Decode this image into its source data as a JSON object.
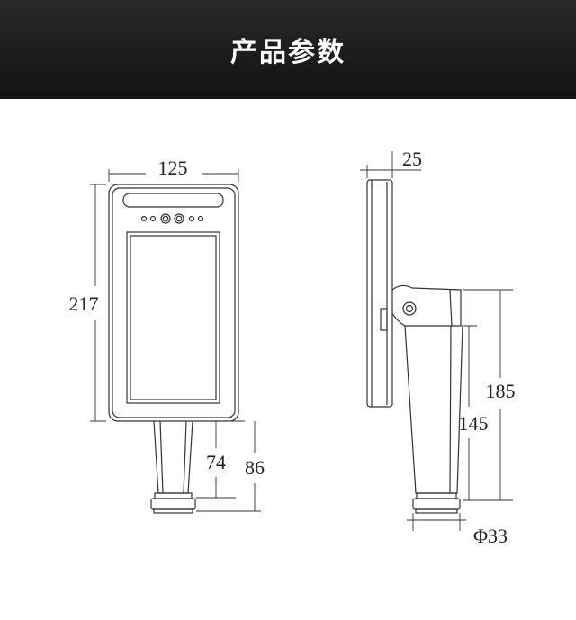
{
  "header": {
    "title": "产品参数"
  },
  "front_view": {
    "width": "125",
    "height": "217",
    "stand_inner": "74",
    "stand_outer": "86"
  },
  "side_view": {
    "depth": "25",
    "total_height": "185",
    "stand_height": "145",
    "base_diameter": "Φ33"
  },
  "colors": {
    "header_bg": "#1c1c1c",
    "line": "#333333"
  }
}
